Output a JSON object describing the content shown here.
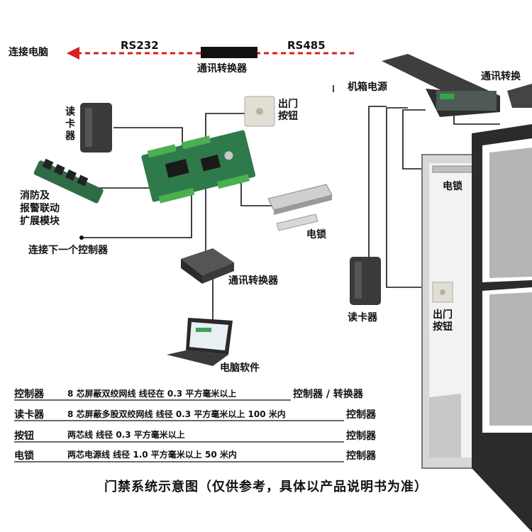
{
  "top": {
    "pc_link": "连接电脑",
    "rs232": "RS232",
    "rs485": "RS485",
    "converter": "通讯转换器"
  },
  "left": {
    "reader": "读卡器",
    "exit_button": "出门按钮",
    "fire_module": [
      "消防及",
      "报警联动",
      "扩展模块"
    ],
    "lock": "电锁",
    "next_controller": "连接下一个控制器",
    "converter": "通讯转换器",
    "software": "电脑软件"
  },
  "right": {
    "chassis_power": "机箱电源",
    "converter": "通讯转换",
    "lock": "电锁",
    "reader": "读卡器",
    "exit_button": "出门按钮"
  },
  "wiring": [
    {
      "left": "控制器",
      "cable": "8 芯屏蔽双绞网线  线径在 0.3 平方毫米以上",
      "right": "控制器 / 转换器"
    },
    {
      "left": "读卡器",
      "cable": "8 芯屏蔽多股双绞网线  线径 0.3 平方毫米以上  100 米内",
      "right": "控制器"
    },
    {
      "left": "按钮",
      "cable": "两芯线   线径 0.3 平方毫米以上",
      "right": "控制器"
    },
    {
      "left": "电锁",
      "cable": "两芯电源线  线径 1.0 平方毫米以上   50 米内",
      "right": "控制器"
    }
  ],
  "caption": "门禁系统示意图（仅供参考，具体以产品说明书为准）",
  "colors": {
    "arrow": "#d81e1e",
    "board": "#2f7a4a",
    "device": "#3a3a3a"
  }
}
